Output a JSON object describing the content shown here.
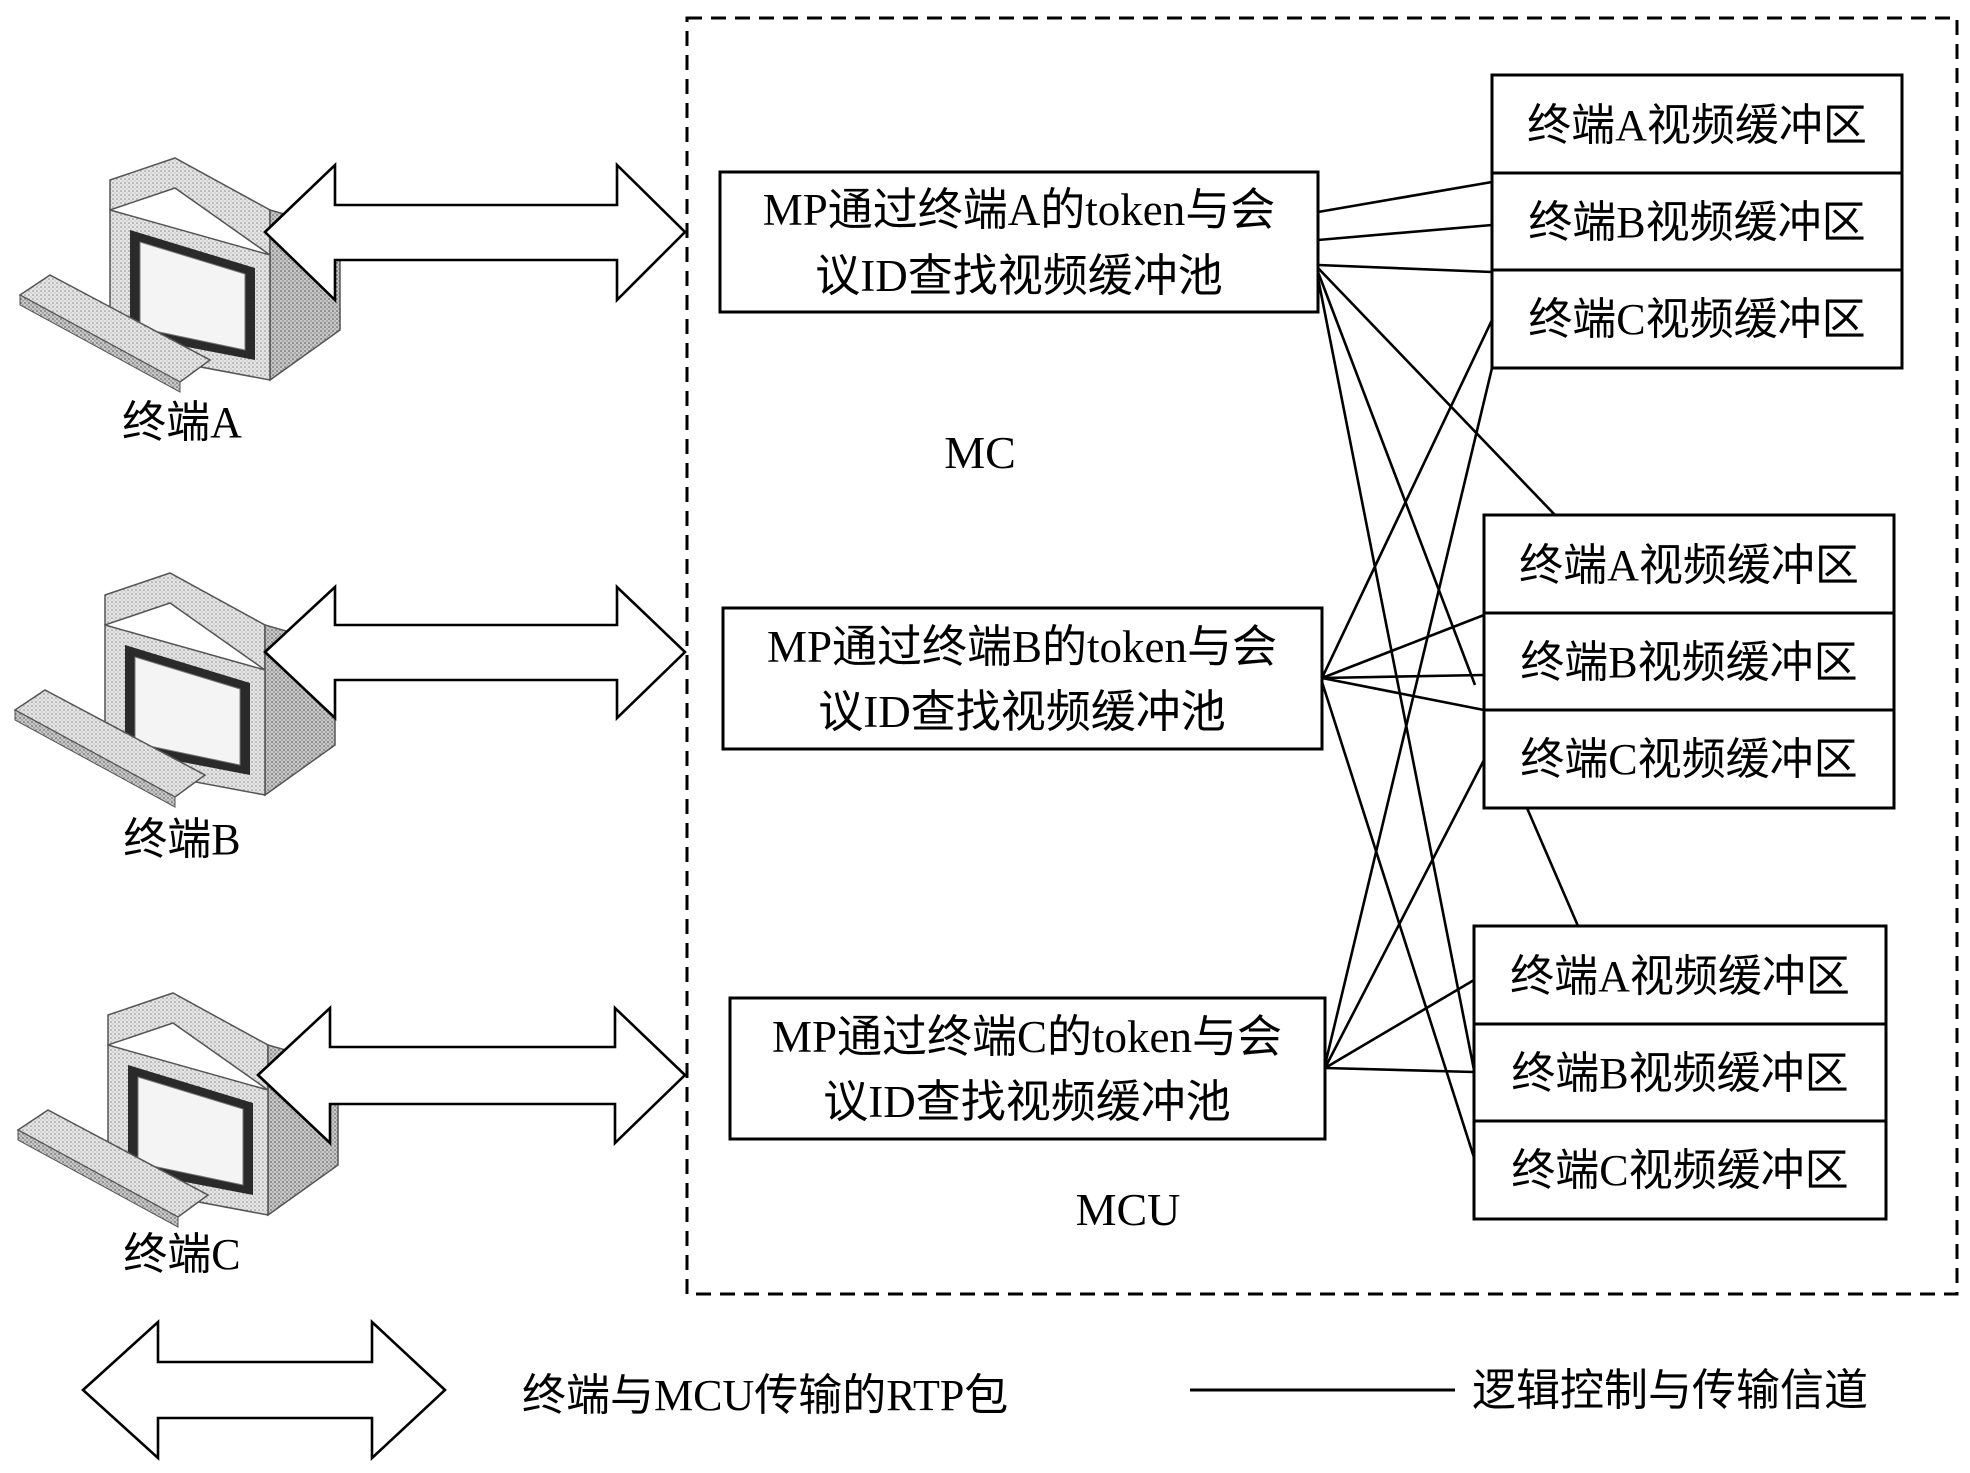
{
  "terminals": [
    {
      "label": "终端A"
    },
    {
      "label": "终端B"
    },
    {
      "label": "终端C"
    }
  ],
  "mcu": {
    "label": "MCU",
    "mc_label": "MC",
    "processors": [
      {
        "line1": "MP通过终端A的token与会",
        "line2": "议ID查找视频缓冲池"
      },
      {
        "line1": "MP通过终端B的token与会",
        "line2": "议ID查找视频缓冲池"
      },
      {
        "line1": "MP通过终端C的token与会",
        "line2": "议ID查找视频缓冲池"
      }
    ],
    "buffer_groups": [
      {
        "buffers": [
          "终端A视频缓冲区",
          "终端B视频缓冲区",
          "终端C视频缓冲区"
        ]
      },
      {
        "buffers": [
          "终端A视频缓冲区",
          "终端B视频缓冲区",
          "终端C视频缓冲区"
        ]
      },
      {
        "buffers": [
          "终端A视频缓冲区",
          "终端B视频缓冲区",
          "终端C视频缓冲区"
        ]
      }
    ]
  },
  "legend": {
    "rtp_label": "终端与MCU传输的RTP包",
    "line_label": "逻辑控制与传输信道"
  }
}
